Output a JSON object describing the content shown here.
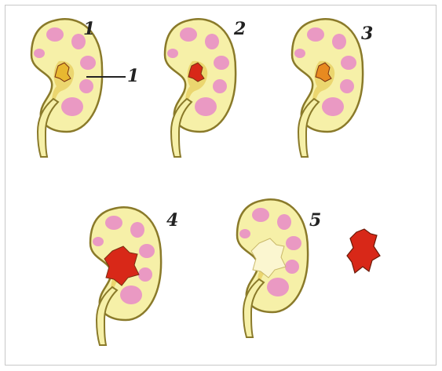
{
  "labels": {
    "stage_1": "1",
    "stage_2": "2",
    "stage_3": "3",
    "stage_4": "4",
    "stage_5": "5",
    "pointer_label": "1"
  },
  "colors": {
    "kidney_outline": "#8a7a2a",
    "kidney_fill": "#f6f0a8",
    "calyx_pink": "#e889c8",
    "pelvis_yellow": "#e8d060",
    "stone_yellow": "#e8b830",
    "stone_orange": "#e88a20",
    "stone_red": "#d82818",
    "pointer_line": "#222222"
  },
  "stone_stages": [
    {
      "stage": "1",
      "stone_color": "stone_yellow",
      "stone_size": "small"
    },
    {
      "stage": "2",
      "stone_color": "stone_red",
      "stone_size": "small"
    },
    {
      "stage": "3",
      "stone_color": "stone_orange",
      "stone_size": "small"
    },
    {
      "stage": "4",
      "stone_color": "stone_red",
      "stone_size": "large"
    },
    {
      "stage": "5",
      "stone_color": "stone_red",
      "stone_size": "removed"
    }
  ]
}
